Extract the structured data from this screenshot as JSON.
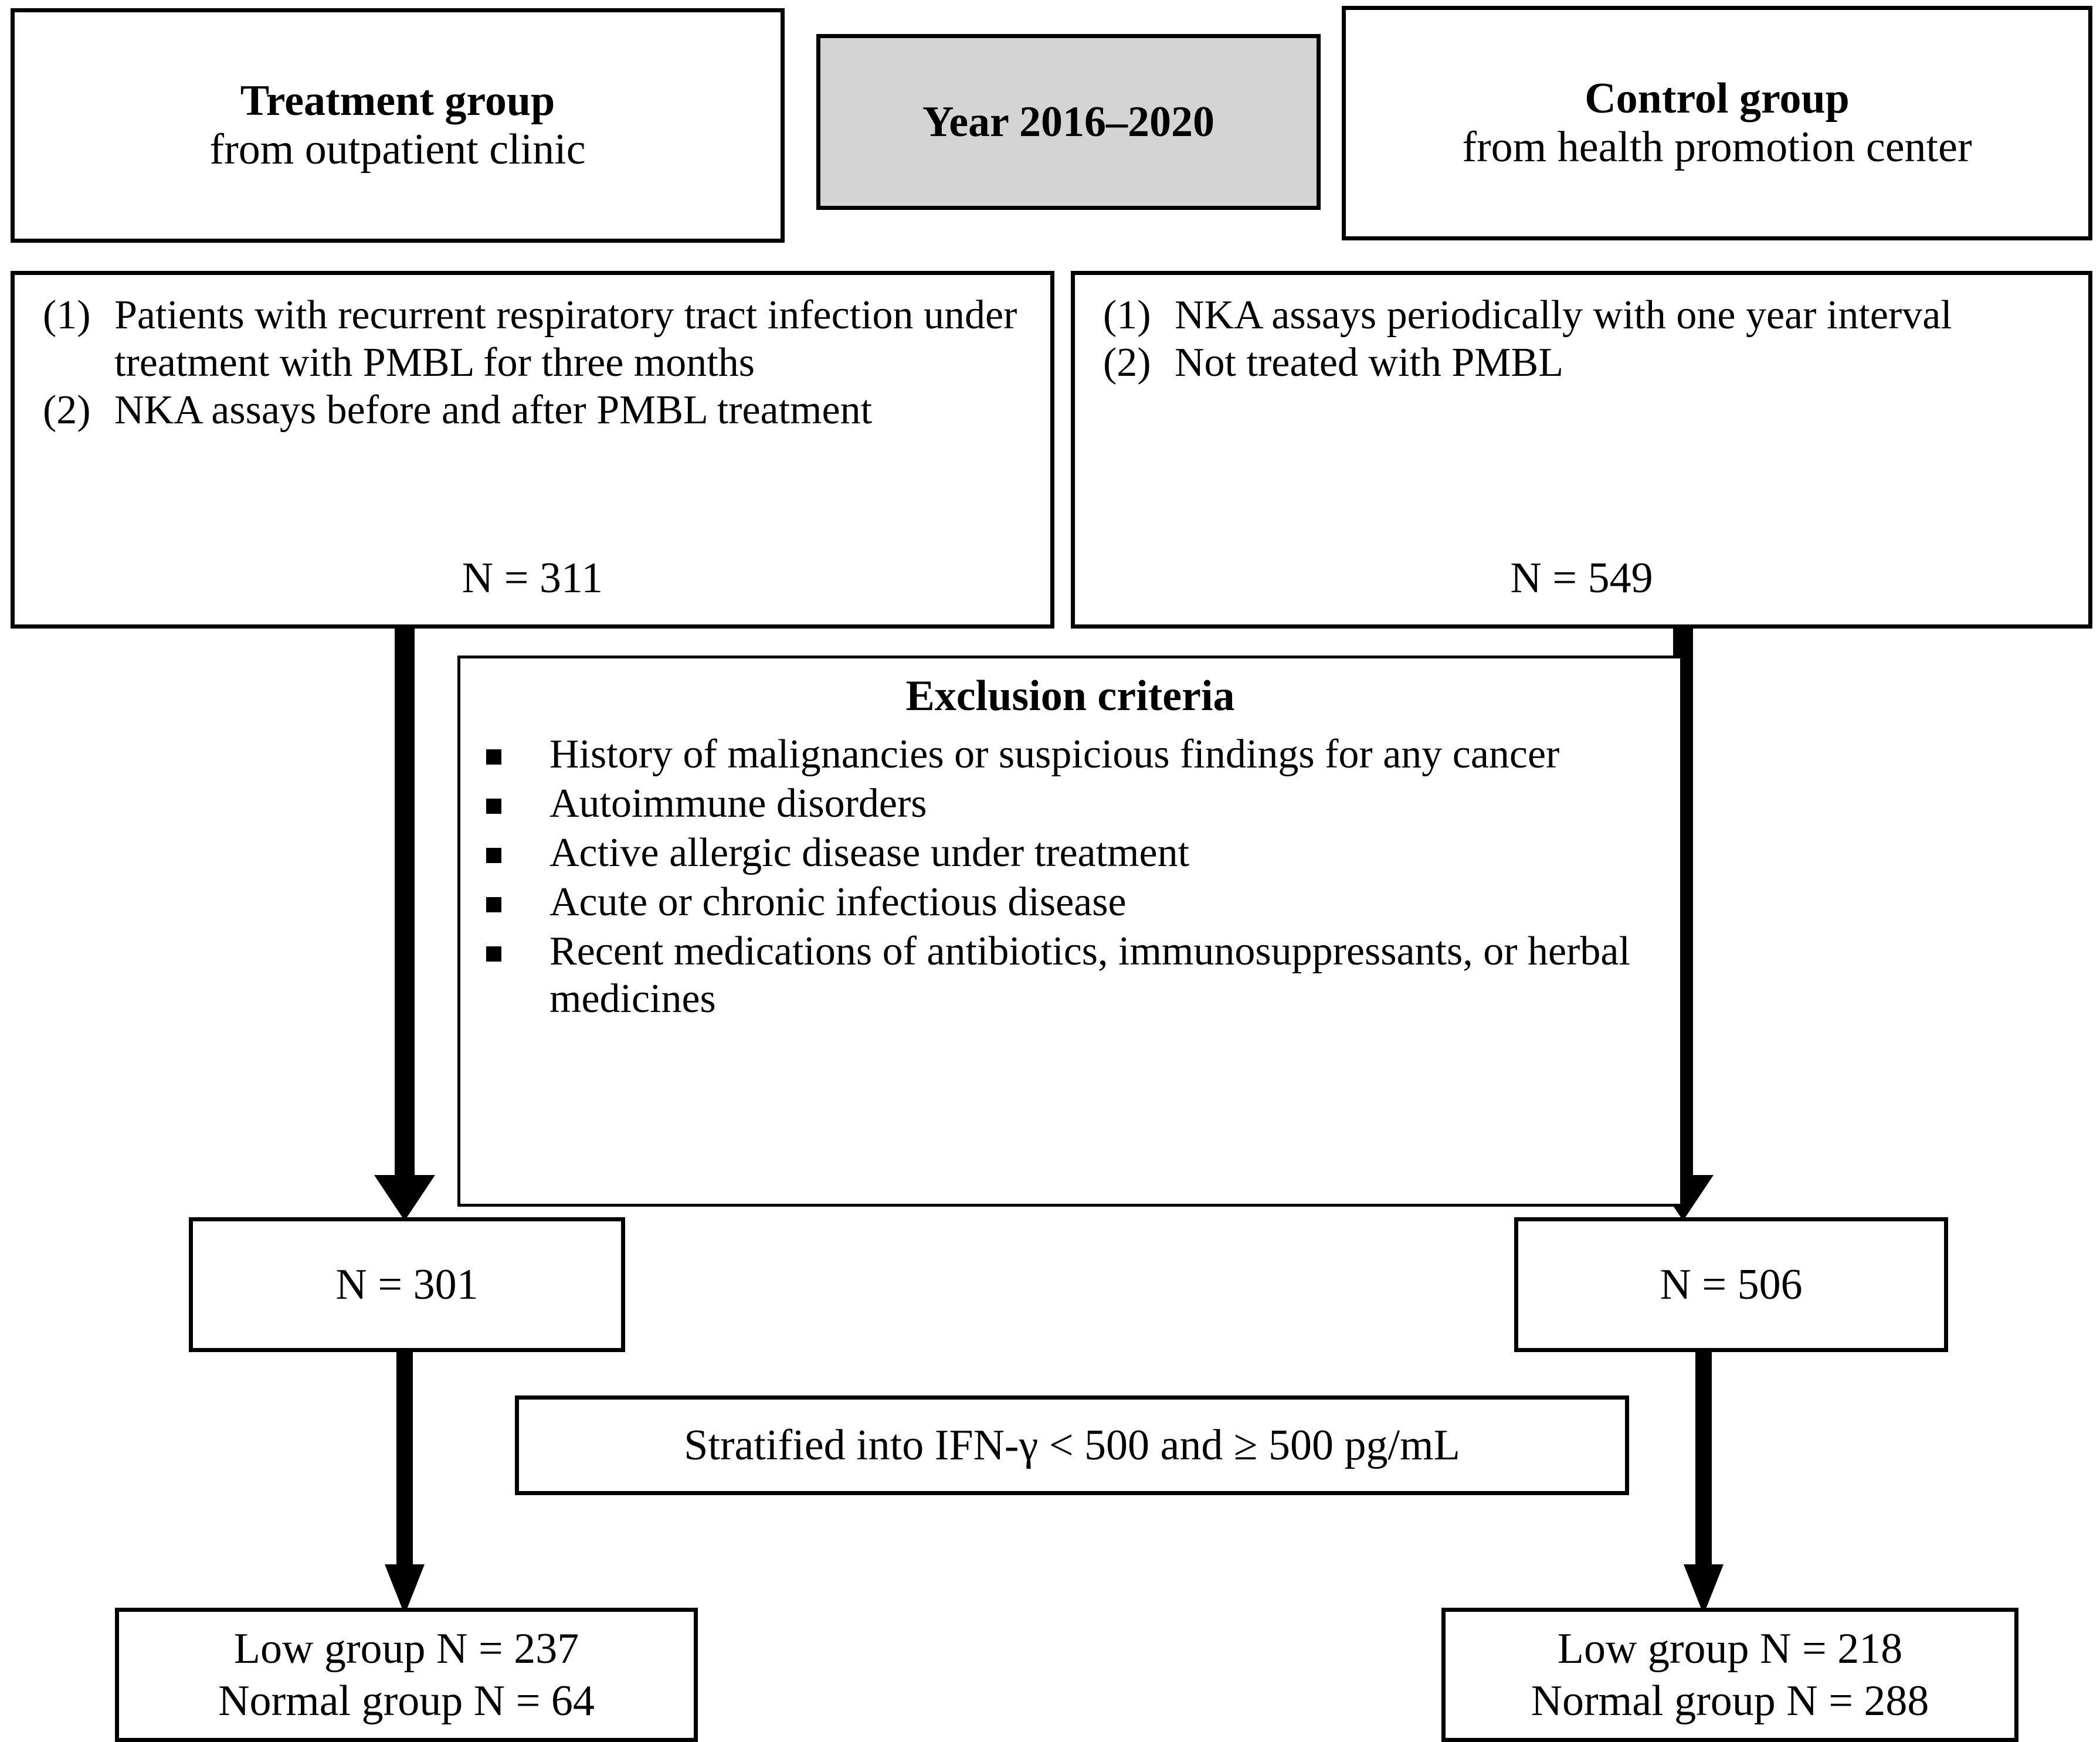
{
  "diagram": {
    "title_banner": "Year 2016–2020",
    "treatment_group": {
      "heading": "Treatment group",
      "subheading": "from outpatient clinic"
    },
    "control_group": {
      "heading": "Control group",
      "subheading": "from health promotion center"
    },
    "treatment_criteria": {
      "items": [
        {
          "marker": "(1)",
          "text": "Patients with recurrent respiratory tract infection under treatment with PMBL for three months"
        },
        {
          "marker": "(2)",
          "text": "NKA assays before and after PMBL treatment"
        }
      ],
      "total": "N = 311"
    },
    "control_criteria": {
      "items": [
        {
          "marker": "(1)",
          "text": "NKA assays periodically with one year interval"
        },
        {
          "marker": "(2)",
          "text": "Not treated with PMBL"
        }
      ],
      "total": "N = 549"
    },
    "exclusion": {
      "title": "Exclusion criteria",
      "items": [
        "History of malignancies or suspicious findings for any cancer",
        "Autoimmune disorders",
        "Active allergic disease under treatment",
        "Acute or chronic infectious disease",
        "Recent medications of antibiotics, immunosuppressants, or herbal medicines"
      ]
    },
    "after_exclusion": {
      "treatment_total": "N = 301",
      "control_total": "N = 506"
    },
    "stratification": "Stratified into IFN-γ < 500 and ≥ 500 pg/mL",
    "final": {
      "treatment": {
        "low": "Low group N = 237",
        "normal": "Normal group N = 64"
      },
      "control": {
        "low": "Low group N = 218",
        "normal": "Normal group N = 288"
      }
    },
    "colors": {
      "line": "#000000",
      "banner_fill": "#d4d4d4",
      "page_background": "#ffffff"
    }
  }
}
